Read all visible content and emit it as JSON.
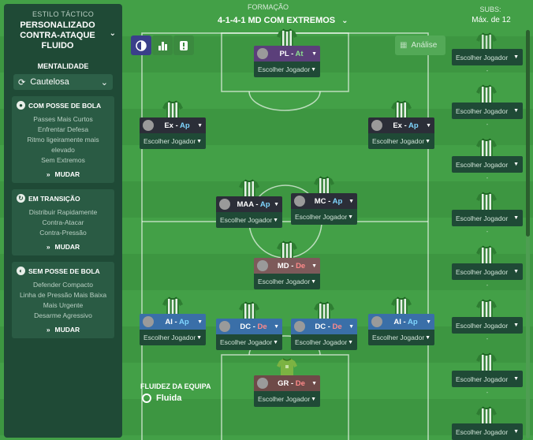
{
  "left_panel": {
    "subtitle": "ESTILO TÁCTICO",
    "title": "PERSONALIZADO CONTRA-ATAQUE FLUIDO",
    "mentality_label": "MENTALIDADE",
    "mentality_value": "Cautelosa",
    "sections": [
      {
        "title": "COM POSSE DE BOLA",
        "icon": "ball-icon",
        "items": [
          "Passes Mais Curtos",
          "Enfrentar Defesa",
          "Ritmo ligeiramente mais elevado",
          "Sem Extremos"
        ],
        "action": "MUDAR"
      },
      {
        "title": "EM TRANSIÇÃO",
        "icon": "transition-icon",
        "items": [
          "Distribuir Rapidamente",
          "Contra-Atacar",
          "Contra-Pressão"
        ],
        "action": "MUDAR"
      },
      {
        "title": "SEM POSSE DE BOLA",
        "icon": "defence-icon",
        "items": [
          "Defender Compacto",
          "Linha de Pressão Mais Baixa",
          "Mais Urgente",
          "Desarme Agressivo"
        ],
        "action": "MUDAR"
      }
    ]
  },
  "header": {
    "formation_label": "FORMAÇÃO",
    "formation_name": "4-1-4-1 MD COM EXTREMOS"
  },
  "toolbar": {
    "buttons": [
      "contrast-icon",
      "bar-chart-icon",
      "info-icon"
    ],
    "analysis_label": "Análise"
  },
  "subs": {
    "label": "SUBS:",
    "max": "Máx. de 12",
    "placeholder": "Escolher Jogador",
    "dash": "-"
  },
  "players": [
    {
      "pos": "PL",
      "role": "At",
      "role_color": "at",
      "select": "Escolher Jogador"
    },
    {
      "pos": "Ex",
      "role": "Ap",
      "role_color": "ap",
      "select": "Escolher Jogador"
    },
    {
      "pos": "Ex",
      "role": "Ap",
      "role_color": "ap",
      "select": "Escolher Jogador"
    },
    {
      "pos": "MAA",
      "role": "Ap",
      "role_color": "ap",
      "select": "Escolher Jogador"
    },
    {
      "pos": "MC",
      "role": "Ap",
      "role_color": "ap",
      "select": "Escolher Jogador"
    },
    {
      "pos": "MD",
      "role": "De",
      "role_color": "de",
      "select": "Escolher Jogador"
    },
    {
      "pos": "AI",
      "role": "Ap",
      "role_color": "ap",
      "select": "Escolher Jogador"
    },
    {
      "pos": "DC",
      "role": "De",
      "role_color": "de",
      "select": "Escolher Jogador"
    },
    {
      "pos": "DC",
      "role": "De",
      "role_color": "de",
      "select": "Escolher Jogador"
    },
    {
      "pos": "AI",
      "role": "Ap",
      "role_color": "ap",
      "select": "Escolher Jogador"
    },
    {
      "pos": "GR",
      "role": "De",
      "role_color": "de",
      "select": "Escolher Jogador"
    }
  ],
  "fluidity": {
    "label": "FLUIDEZ DA EQUIPA",
    "value": "Fluida"
  },
  "colors": {
    "pitch": "#43a047",
    "panel": "#1f4a36",
    "shirt_green": "#2e7d32",
    "shirt_white": "#e8f2e8",
    "att_header": "#5b3f7a",
    "mid_header": "#2b2e38",
    "def_mid_header": "#7d5a5a",
    "def_header": "#3a6fa8",
    "gk_header": "#6e4a48"
  }
}
